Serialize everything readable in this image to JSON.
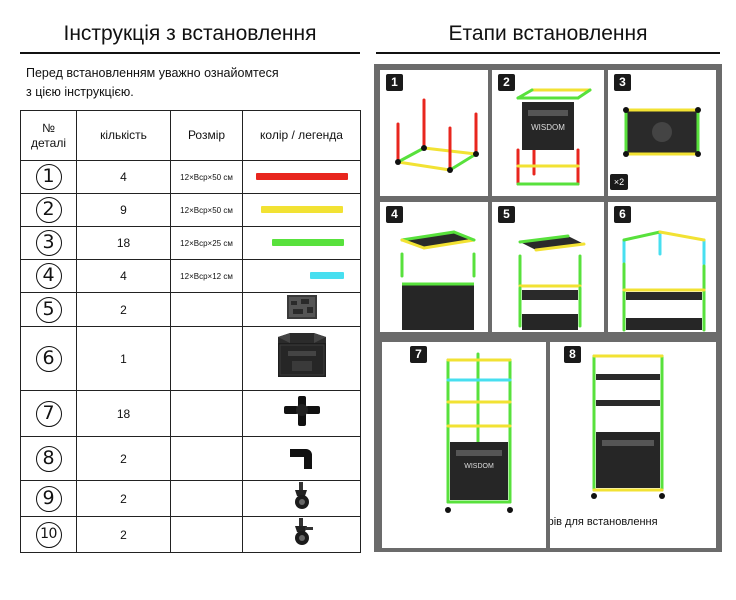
{
  "left": {
    "title": "Інструкція з встановлення",
    "intro_line1": "Перед встановленням уважно ознайомтеся",
    "intro_line2": "з цією інструкцією.",
    "headers": {
      "num_line1": "№",
      "num_line2": "деталі",
      "qty": "кількість",
      "size": "Розмір",
      "legend": "колір / легенда"
    },
    "rows": [
      {
        "num": "1",
        "qty": "4",
        "size": "12×Вср×50 см",
        "color": "#e8261e"
      },
      {
        "num": "2",
        "qty": "9",
        "size": "12×Вср×50 см",
        "color": "#f2e233"
      },
      {
        "num": "3",
        "qty": "18",
        "size": "12×Вср×25 см",
        "color": "#58e13c"
      },
      {
        "num": "4",
        "qty": "4",
        "size": "12×Вср×12 см",
        "color": "#47dff0"
      },
      {
        "num": "5",
        "qty": "2",
        "icon": "shelf-panel-icon"
      },
      {
        "num": "6",
        "qty": "1",
        "icon": "storage-box-icon"
      },
      {
        "num": "7",
        "qty": "18",
        "icon": "four-way-connector-icon"
      },
      {
        "num": "8",
        "qty": "2",
        "icon": "elbow-connector-icon"
      },
      {
        "num": "9",
        "qty": "2",
        "icon": "caster-wheel-icon"
      },
      {
        "num": "10",
        "qty": "2",
        "icon": "caster-wheel-brake-icon"
      }
    ]
  },
  "right": {
    "title": "Етапи встановлення",
    "steps": [
      "1",
      "2",
      "3",
      "4",
      "5",
      "6",
      "7",
      "8"
    ],
    "step3_multiplier": "×2",
    "box_brand": "WISDOM",
    "note": "Увага: кольоровий список аксесуарів для встановлення дивіться зліва."
  },
  "colors": {
    "red": "#e8261e",
    "yellow": "#f2e233",
    "green": "#58e13c",
    "cyan": "#47dff0",
    "panel_gray": "#6b6b6b"
  }
}
